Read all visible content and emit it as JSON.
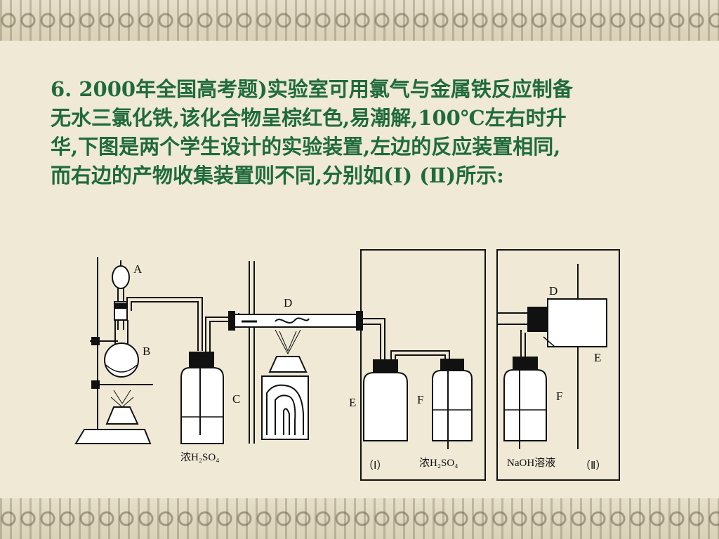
{
  "question": {
    "lines": [
      "6. 2000年全国高考题)实验室可用氯气与金属铁反应制备",
      "无水三氯化铁,该化合物呈棕红色,易潮解,100℃左右时升",
      "华,下图是两个学生设计的实验装置,左边的反应装置相同,",
      "而右边的产物收集装置则不同,分别如(Ⅰ) (Ⅱ)所示:"
    ]
  },
  "diagram": {
    "labels": {
      "A": "A",
      "B": "B",
      "C": "C",
      "D_left": "D",
      "E_box1": "E",
      "F_box1": "F",
      "D_box2": "D",
      "E_box2": "E",
      "F_box2": "F"
    },
    "reagents": {
      "conc_h2so4_left": "浓H₂SO₄",
      "conc_h2so4_box1": "浓H₂SO₄",
      "naoh_solution": "NaOH溶液"
    },
    "box_labels": {
      "box1": "（Ⅰ）",
      "box2": "（Ⅱ）"
    }
  }
}
